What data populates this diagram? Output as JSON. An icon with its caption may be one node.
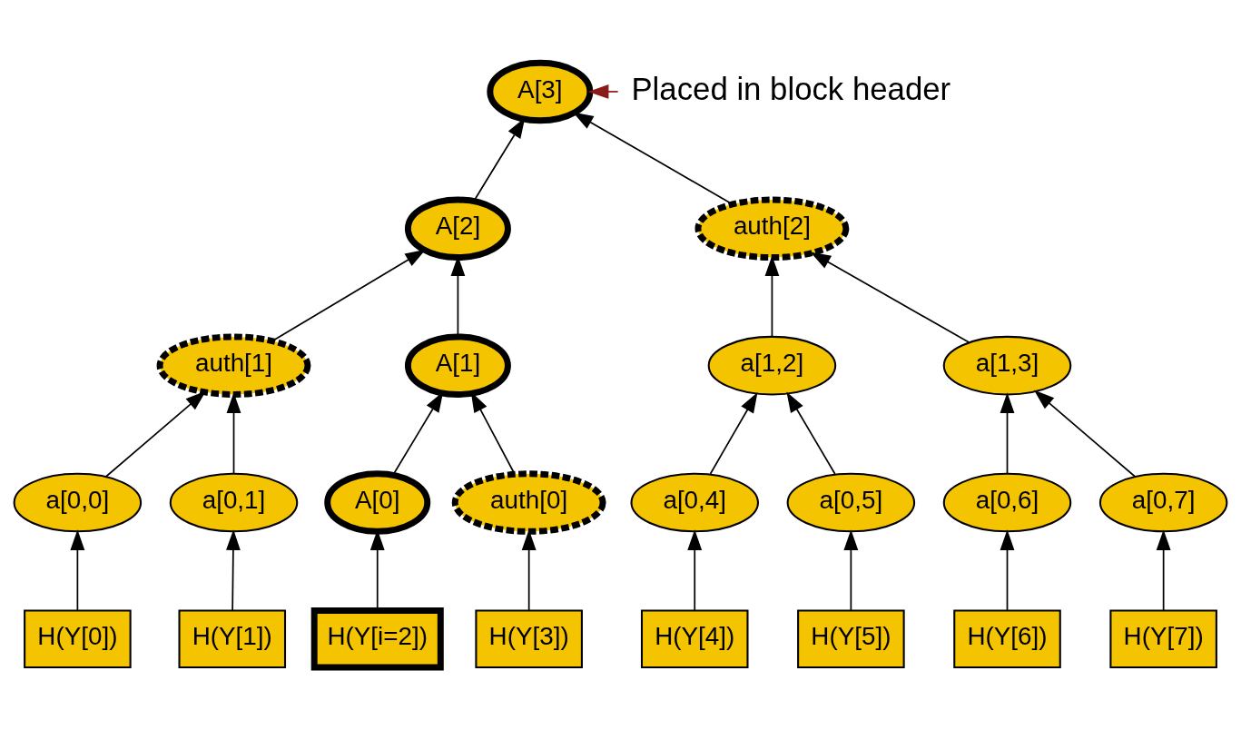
{
  "diagram": {
    "nodes": [
      {
        "text": [
          "A[3]"
        ]
      },
      {
        "text": [
          "A[2]"
        ]
      },
      {
        "text": [
          "auth[2]"
        ]
      },
      {
        "text": [
          "auth[1]"
        ]
      },
      {
        "text": [
          "A[1]"
        ]
      },
      {
        "text": [
          "a[1,2]"
        ]
      },
      {
        "text": [
          "a[1,3]"
        ]
      },
      {
        "text": [
          "a[0,0]"
        ]
      },
      {
        "text": [
          "a[0,1]"
        ]
      },
      {
        "text": [
          "A[0]"
        ]
      },
      {
        "text": [
          "auth[0]"
        ]
      },
      {
        "text": [
          "a[0,4]"
        ]
      },
      {
        "text": [
          "a[0,5]"
        ]
      },
      {
        "text": [
          "a[0,6]"
        ]
      },
      {
        "text": [
          "a[0,7]"
        ]
      },
      {
        "text": [
          "H(Y[0])"
        ]
      },
      {
        "text": [
          "H(Y[1])"
        ]
      },
      {
        "text": [
          "H(Y[i=2])"
        ]
      },
      {
        "text": [
          "H(Y[3])"
        ]
      },
      {
        "text": [
          "H(Y[4])"
        ]
      },
      {
        "text": [
          "H(Y[5])"
        ]
      },
      {
        "text": [
          "H(Y[6])"
        ]
      },
      {
        "text": [
          "H(Y[7])"
        ]
      },
      {
        "text": [
          "Placed in block header"
        ]
      }
    ],
    "edges": [
      {
        "from": 15,
        "to": 7,
        "arrow": "to"
      },
      {
        "from": 16,
        "to": 8,
        "arrow": "to"
      },
      {
        "from": 17,
        "to": 9,
        "arrow": "to"
      },
      {
        "from": 18,
        "to": 10,
        "arrow": "to"
      },
      {
        "from": 19,
        "to": 11,
        "arrow": "to"
      },
      {
        "from": 20,
        "to": 12,
        "arrow": "to"
      },
      {
        "from": 21,
        "to": 13,
        "arrow": "to"
      },
      {
        "from": 22,
        "to": 14,
        "arrow": "to"
      },
      {
        "from": 7,
        "to": 3,
        "arrow": "to"
      },
      {
        "from": 8,
        "to": 3,
        "arrow": "to"
      },
      {
        "from": 9,
        "to": 4,
        "arrow": "to"
      },
      {
        "from": 10,
        "to": 4,
        "arrow": "to"
      },
      {
        "from": 11,
        "to": 5,
        "arrow": "to"
      },
      {
        "from": 12,
        "to": 5,
        "arrow": "to"
      },
      {
        "from": 13,
        "to": 6,
        "arrow": "to"
      },
      {
        "from": 14,
        "to": 6,
        "arrow": "to"
      },
      {
        "from": 3,
        "to": 1,
        "arrow": "to"
      },
      {
        "from": 4,
        "to": 1,
        "arrow": "to"
      },
      {
        "from": 5,
        "to": 2,
        "arrow": "to"
      },
      {
        "from": 6,
        "to": 2,
        "arrow": "to"
      },
      {
        "from": 1,
        "to": 0,
        "arrow": "to"
      },
      {
        "from": 2,
        "to": 0,
        "arrow": "to"
      },
      {
        "from": 23,
        "to": 0,
        "arrow": "to",
        "color": "#8b1a1a"
      }
    ]
  }
}
